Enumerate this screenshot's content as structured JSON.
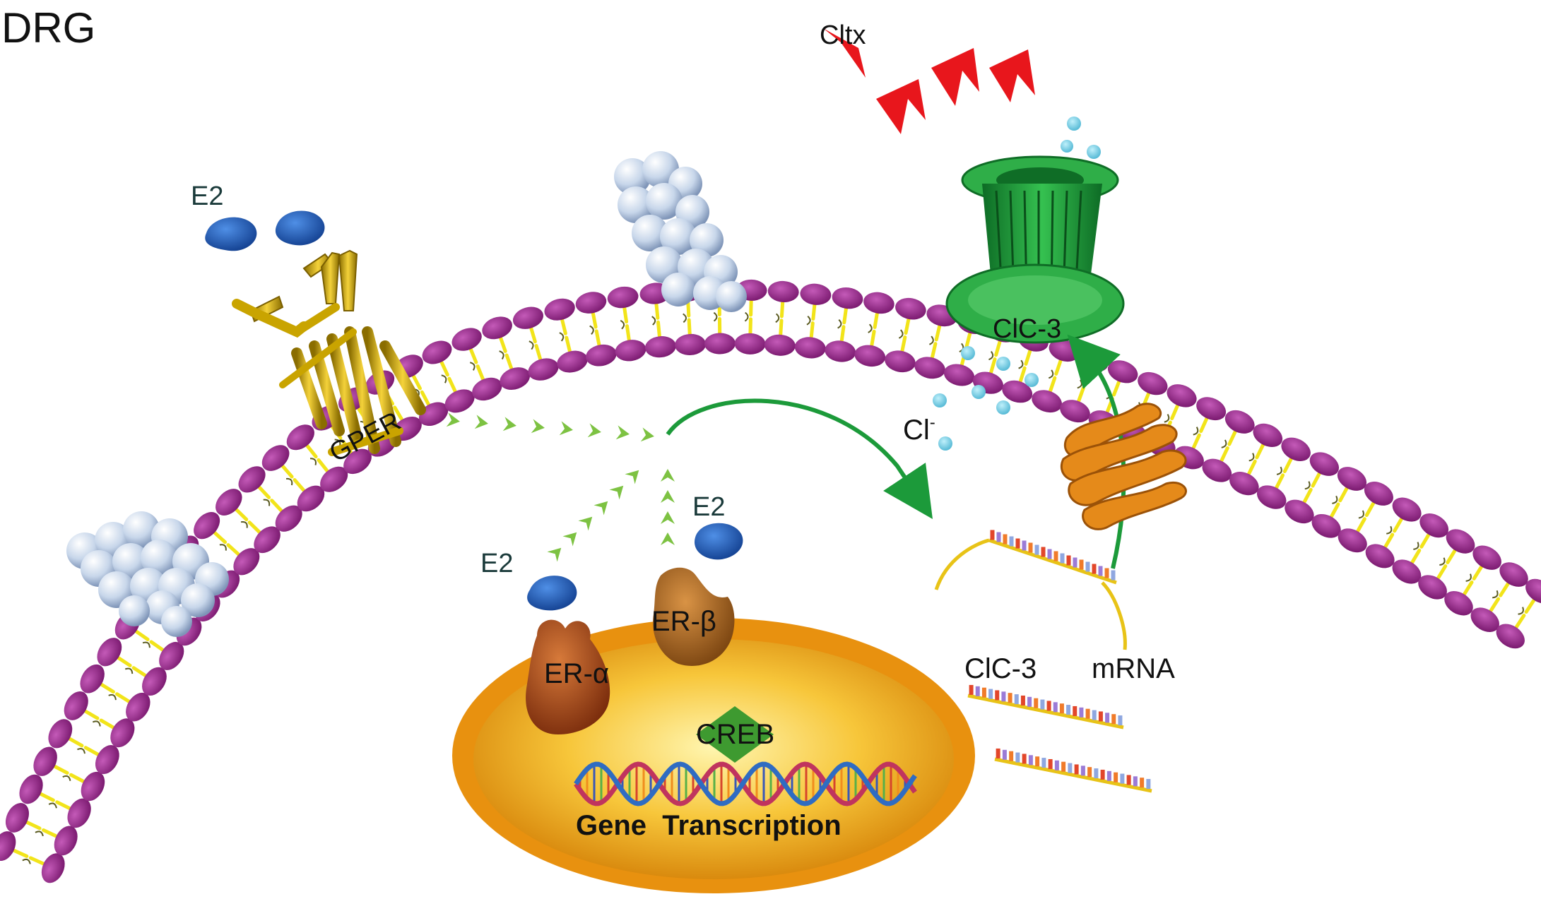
{
  "panel_label": "DRG",
  "labels": {
    "toxin": "Cltx",
    "e2_outside": "E2",
    "gper": "GPER",
    "channel": "ClC-3",
    "chloride": "Cl",
    "chloride_charge": "-",
    "e2_beta": "E2",
    "e2_alpha": "E2",
    "er_beta": "ER-β",
    "er_alpha": "ER-α",
    "mrna_gene": "ClC-3",
    "mrna": "mRNA",
    "creb": "CREB",
    "transcription": "Gene  Transcription"
  },
  "colors": {
    "lipid_head": "#9b2f8f",
    "lipid_tail": "#f2e41a",
    "gper": "#c9a400",
    "channel": "#1f9a3a",
    "estradiol": "#1b56b5",
    "toxin": "#e8161c",
    "chloride_ion": "#6fc7de",
    "signal_arrow": "#7dc242",
    "pathway_arrow": "#1c9a3a",
    "nucleus": "#f0a41b",
    "creb": "#3e9a30",
    "er_alpha": "#a24a1c",
    "er_beta": "#a8641f",
    "golgi": "#e58a1a",
    "mrna_strand": "#e8c317"
  }
}
